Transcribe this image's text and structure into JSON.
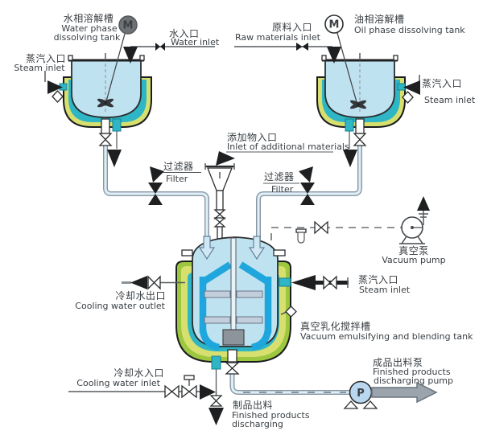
{
  "diagram": {
    "type": "process-flow-diagram",
    "labels": {
      "water_tank": {
        "zh": "水相溶解槽",
        "en1": "Water phase",
        "en2": "dissolving tank"
      },
      "steam_inlet_left": {
        "zh": "蒸汽入口",
        "en": "Steam inlet"
      },
      "water_inlet": {
        "zh": "水入口",
        "en": "Water inlet"
      },
      "raw_materials_inlet": {
        "zh": "原料入口",
        "en": "Raw materials inlet"
      },
      "oil_tank": {
        "zh": "油相溶解槽",
        "en": "Oil phase dissolving tank"
      },
      "steam_inlet_right": {
        "zh": "蒸汽入口",
        "en": "Steam inlet"
      },
      "additional_materials": {
        "zh": "添加物入口",
        "en": "Inlet of additional materials"
      },
      "filter_left": {
        "zh": "过滤器",
        "en": "Filter"
      },
      "filter_right": {
        "zh": "过滤器",
        "en": "Filter"
      },
      "vacuum_pump": {
        "zh": "真空泵",
        "en": "Vacuum pump"
      },
      "steam_inlet_center": {
        "zh": "蒸汽入口",
        "en": "Steam inlet"
      },
      "cooling_water_outlet": {
        "zh": "冷却水出口",
        "en": "Cooling water outlet"
      },
      "vacuum_tank": {
        "zh": "真空乳化搅拌槽",
        "en": "Vacuum emulsifying and blending tank"
      },
      "cooling_water_inlet": {
        "zh": "冷却水入口",
        "en": "Cooling water inlet"
      },
      "finished_products": {
        "zh": "制品出料",
        "en1": "Finished products",
        "en2": "discharging"
      },
      "discharging_pump": {
        "zh": "成品出料泵",
        "en1": "Finished products",
        "en2": "discharging pump"
      }
    },
    "equipment": {
      "motor_left": "M",
      "motor_right": "M",
      "discharge_pump": "P"
    },
    "colors": {
      "vessel_fill": "#bfe2f0",
      "jacket_yellow_green": "#d7e06e",
      "jacket_green": "#9dc73f",
      "lining_teal": "#2eb6c6",
      "agitator_blue": "#1ea6dd",
      "paddle_gray": "#c3cedd",
      "homogenizer_gray": "#8d949c",
      "pipe_fill": "#ddeef6",
      "discharge_arrow_gray": "#9ba4ac",
      "motor_left_fill": "#6e7275",
      "pump_fill": "#b9d7ee"
    }
  }
}
